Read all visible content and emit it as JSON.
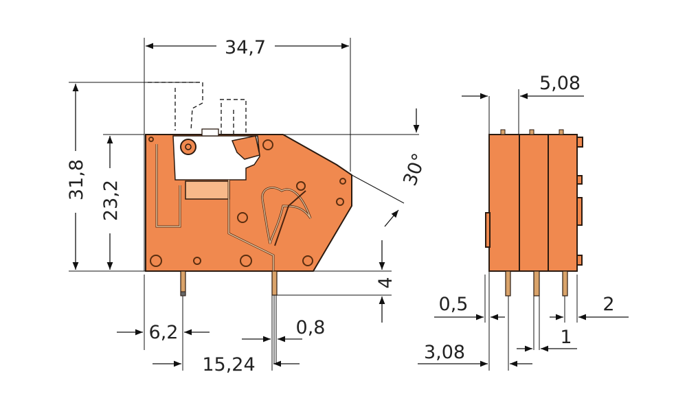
{
  "colors": {
    "housing": "#f0894f",
    "housing_light": "#f7b98a",
    "outline": "#2a1a10",
    "contact": "#d9a36a"
  },
  "side_view": {
    "overall_width": "34,7",
    "overall_height": "31,8",
    "body_height": "23,2",
    "angle": "30°",
    "pin_length": "4",
    "pin_offset": "6,2",
    "pin_thickness": "0,8",
    "pin_spacing": "15,24"
  },
  "front_view": {
    "pitch": "5,08",
    "edge_gap": "0,5",
    "first_pin": "3,08",
    "pin_width": "1",
    "end_offset": "2"
  }
}
